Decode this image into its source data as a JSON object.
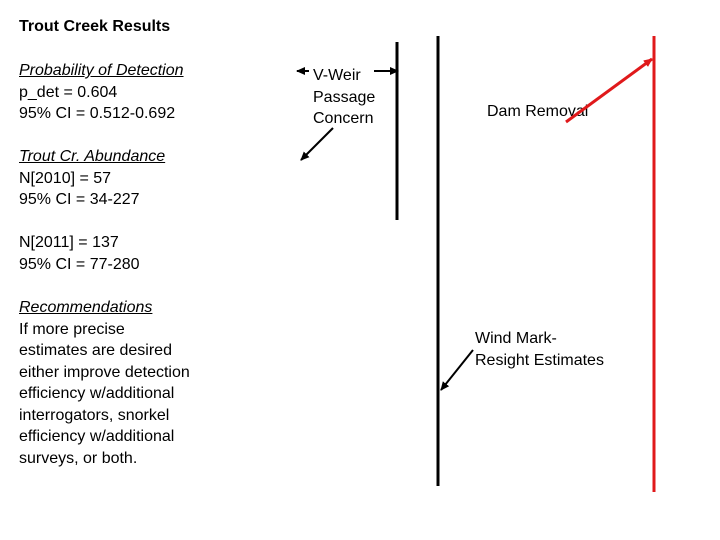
{
  "title": "Trout Creek Results",
  "detection": {
    "heading": "Probability of Detection",
    "estimate": "p_det = 0.604",
    "ci": "95% CI = 0.512-0.692"
  },
  "abundance": {
    "heading": "Trout Cr. Abundance",
    "n2010": "N[2010] = 57",
    "ci2010": "95% CI = 34-227",
    "n2011": "N[2011] = 137",
    "ci2011": "95% CI = 77-280"
  },
  "recommendations": {
    "heading": "Recommendations",
    "lines": [
      "If more precise",
      "estimates are desired",
      "either improve detection",
      "efficiency w/additional",
      "interrogators, snorkel",
      "efficiency w/additional",
      "surveys, or both."
    ]
  },
  "annotations": {
    "vweir": [
      "V-Weir",
      "Passage",
      "Concern"
    ],
    "dam_removal": "Dam Removal",
    "wind": [
      "Wind Mark-",
      "Resight Estimates"
    ]
  },
  "colors": {
    "black_line": "#000000",
    "red_line": "#e0191b"
  }
}
